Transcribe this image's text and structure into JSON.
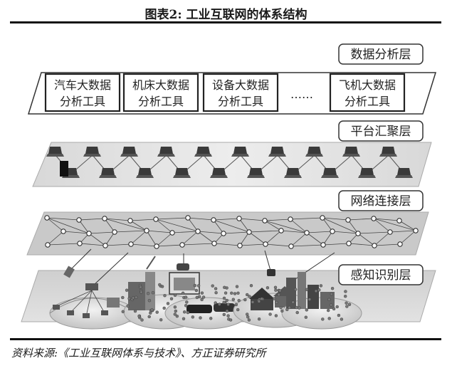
{
  "figure": {
    "title": "图表2:   工业互联网的体系结构",
    "source": "资料来源:《工业互联网体系与技术》、方正证券研究所"
  },
  "layers": {
    "analysis": "数据分析层",
    "platform": "平台汇聚层",
    "network": "网络连接层",
    "sensing": "感知识别层"
  },
  "tools": [
    {
      "line1": "汽车大数据",
      "line2": "分析工具"
    },
    {
      "line1": "机床大数据",
      "line2": "分析工具"
    },
    {
      "line1": "设备大数据",
      "line2": "分析工具"
    },
    {
      "line1": "飞机大数据",
      "line2": "分析工具"
    }
  ],
  "ellipsis": "……"
}
